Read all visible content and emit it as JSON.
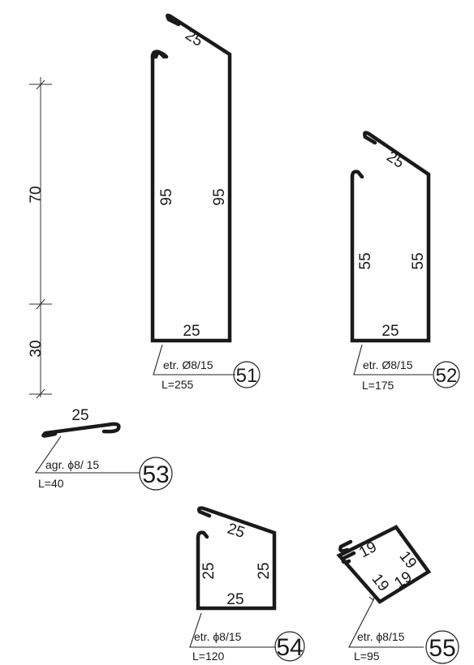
{
  "dimension_line": {
    "upper": "70",
    "lower": "30"
  },
  "bars": [
    {
      "id": "51",
      "segments": {
        "hook": "25",
        "left": "95",
        "right": "95",
        "bottom": "25"
      },
      "spec": "etr. Ø8/15",
      "length": "L=255"
    },
    {
      "id": "52",
      "segments": {
        "hook": "25",
        "left": "55",
        "right": "55",
        "bottom": "25"
      },
      "spec": "etr. Ø8/15",
      "length": "L=175"
    },
    {
      "id": "53",
      "segments": {
        "top": "25"
      },
      "spec": "agr. ϕ8/ 15",
      "length": "L=40"
    },
    {
      "id": "54",
      "segments": {
        "hook": "25",
        "left": "25",
        "right": "25",
        "bottom": "25"
      },
      "spec": "etr. ϕ8/15",
      "length": "L=120"
    },
    {
      "id": "55",
      "segments": {
        "top_left": "19",
        "top_right": "19",
        "bottom_left": "19",
        "bottom_right": "19"
      },
      "spec": "etr. ϕ8/15",
      "length": "L=95"
    }
  ]
}
